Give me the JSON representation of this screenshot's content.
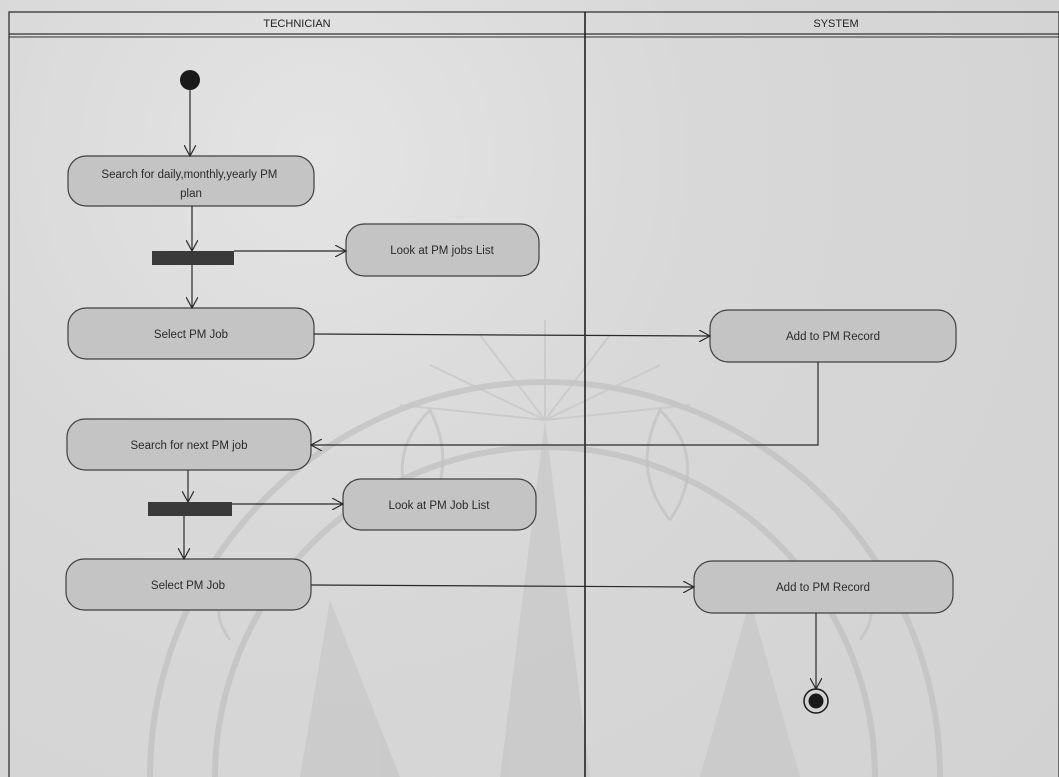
{
  "lanes": {
    "left": "TECHNICIAN",
    "right": "SYSTEM"
  },
  "activities": {
    "search_plan": [
      "Search for daily,monthly,yearly PM",
      "plan"
    ],
    "look_jobs_list": "Look at PM jobs List",
    "select_job_1": "Select PM Job",
    "add_record_1": "Add to PM Record",
    "search_next": "Search for next PM job",
    "look_job_list": "Look at PM Job List",
    "select_job_2": "Select PM Job",
    "add_record_2": "Add to PM Record"
  },
  "colors": {
    "activity_fill": "#c4c4c4",
    "activity_stroke": "#404040",
    "fork_bar": "#3a3a3a",
    "line": "#2a2a2a"
  }
}
